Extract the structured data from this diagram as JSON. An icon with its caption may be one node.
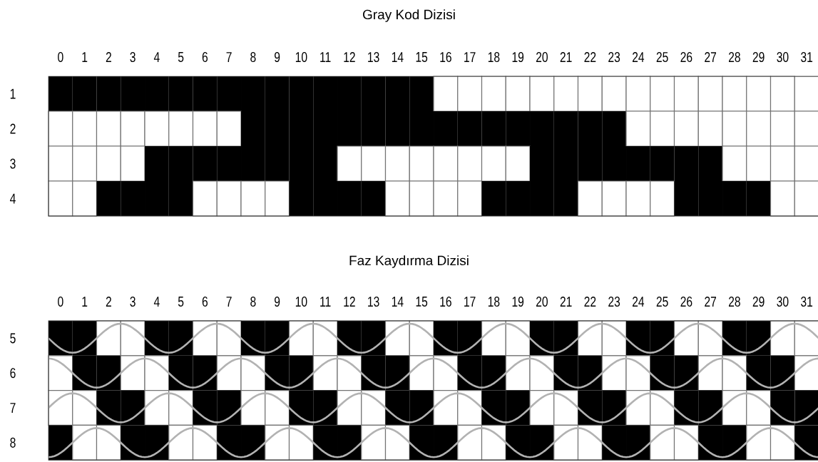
{
  "diagram": {
    "labels": [
      "Gray Kod Dizisi",
      "0",
      "1",
      "2",
      "3",
      "4",
      "5",
      "6",
      "7",
      "8",
      "9",
      "10",
      "11",
      "12",
      "13",
      "14",
      "15",
      "16",
      "17",
      "18",
      "19",
      "20",
      "21",
      "22",
      "23",
      "24",
      "25",
      "26",
      "27",
      "28",
      "29",
      "30",
      "31",
      "1",
      "2",
      "3",
      "4",
      "Faz Kaydırma Dizisi",
      "0",
      "1",
      "2",
      "3",
      "4",
      "5",
      "6",
      "7",
      "8",
      "9",
      "10",
      "11",
      "12",
      "13",
      "14",
      "15",
      "16",
      "17",
      "18",
      "19",
      "20",
      "21",
      "22",
      "23",
      "24",
      "25",
      "26",
      "27",
      "28",
      "29",
      "30",
      "31",
      "5",
      "6",
      "7",
      "8"
    ]
  }
}
